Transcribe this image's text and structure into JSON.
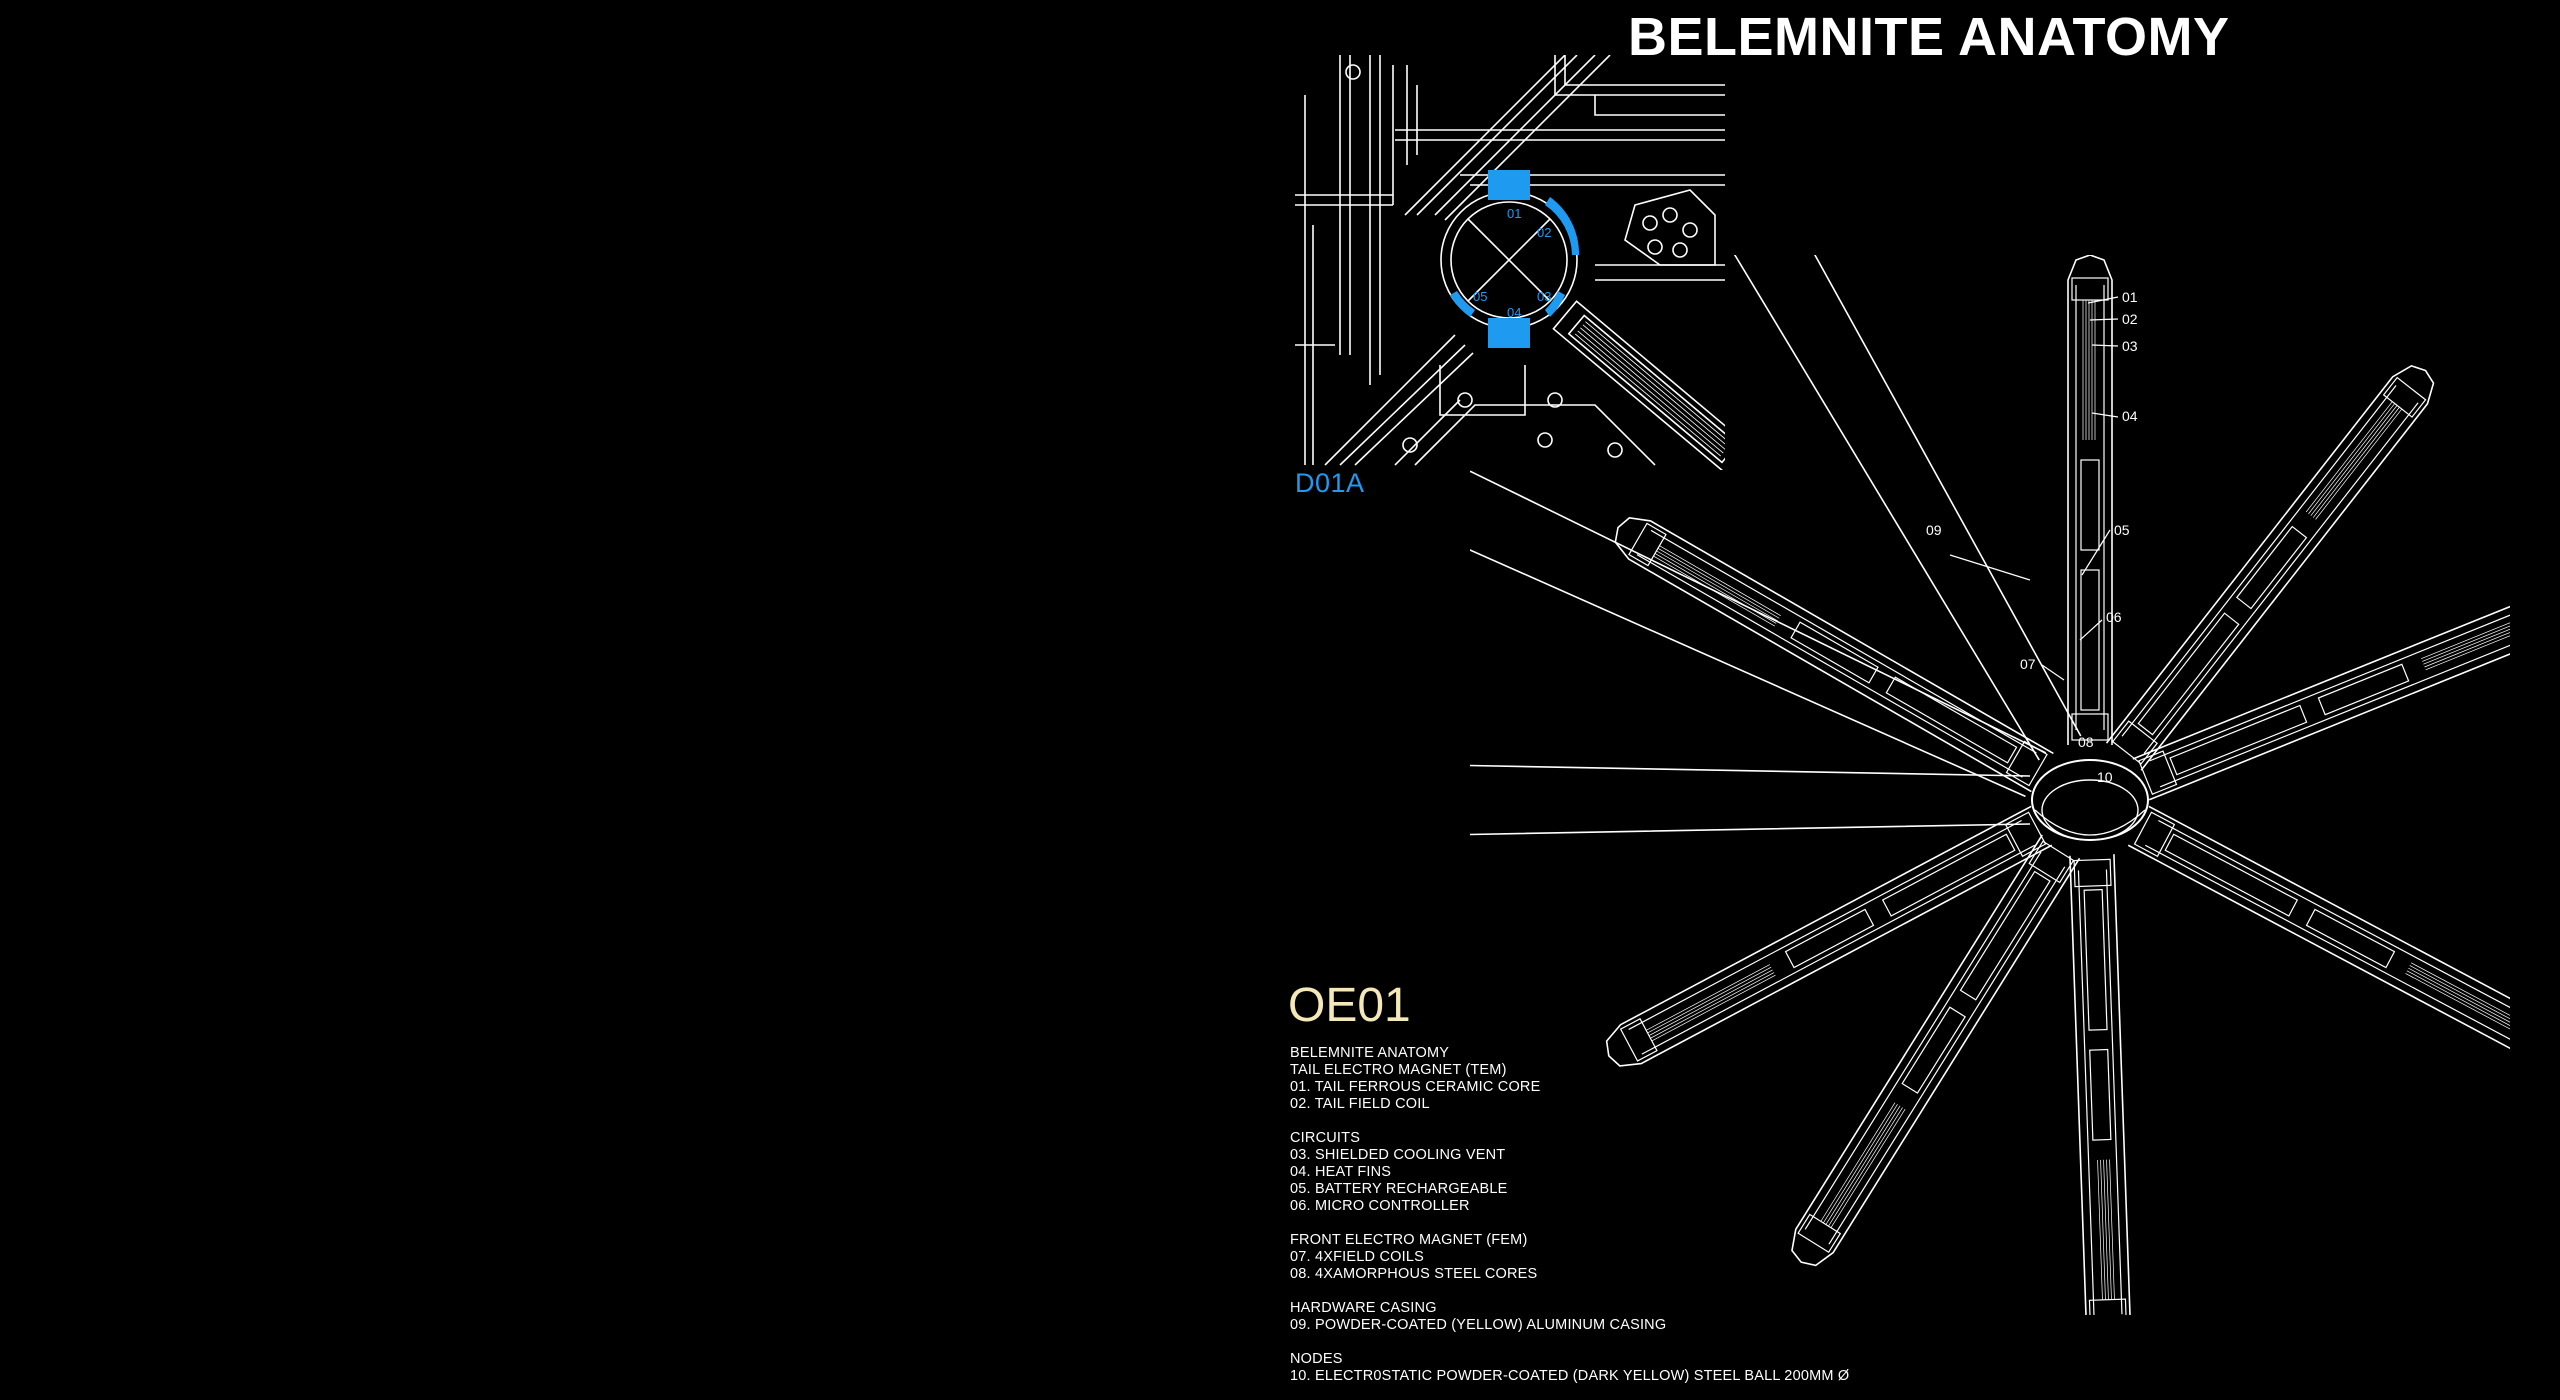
{
  "title": "BELEMNITE ANATOMY",
  "detail": {
    "label": "D01A",
    "callouts": [
      "01",
      "02",
      "03",
      "04",
      "05"
    ]
  },
  "code": "OE01",
  "legend": [
    "BELEMNITE ANATOMY",
    "TAIL ELECTRO MAGNET (TEM)",
    "01. TAIL FERROUS CERAMIC CORE",
    "02. TAIL FIELD COIL",
    "",
    "CIRCUITS",
    "03. SHIELDED COOLING VENT",
    "04. HEAT FINS",
    "05. BATTERY RECHARGEABLE",
    "06. MICRO CONTROLLER",
    "",
    "FRONT ELECTRO MAGNET (FEM)",
    "07. 4XFIELD COILS",
    "08. 4XAMORPHOUS STEEL CORES",
    "",
    "HARDWARE CASING",
    "09. POWDER-COATED (YELLOW) ALUMINUM CASING",
    "",
    "NODES",
    "10. ELECTR0STATIC POWDER-COATED (DARK YELLOW) STEEL BALL 200MM Ø"
  ],
  "callouts": [
    "01",
    "02",
    "03",
    "04",
    "05",
    "06",
    "07",
    "08",
    "09",
    "10"
  ],
  "colors": {
    "background": "#000000",
    "line": "#ffffff",
    "accent_blue": "#1e9bf0",
    "code_cream": "#f4e8b8"
  }
}
